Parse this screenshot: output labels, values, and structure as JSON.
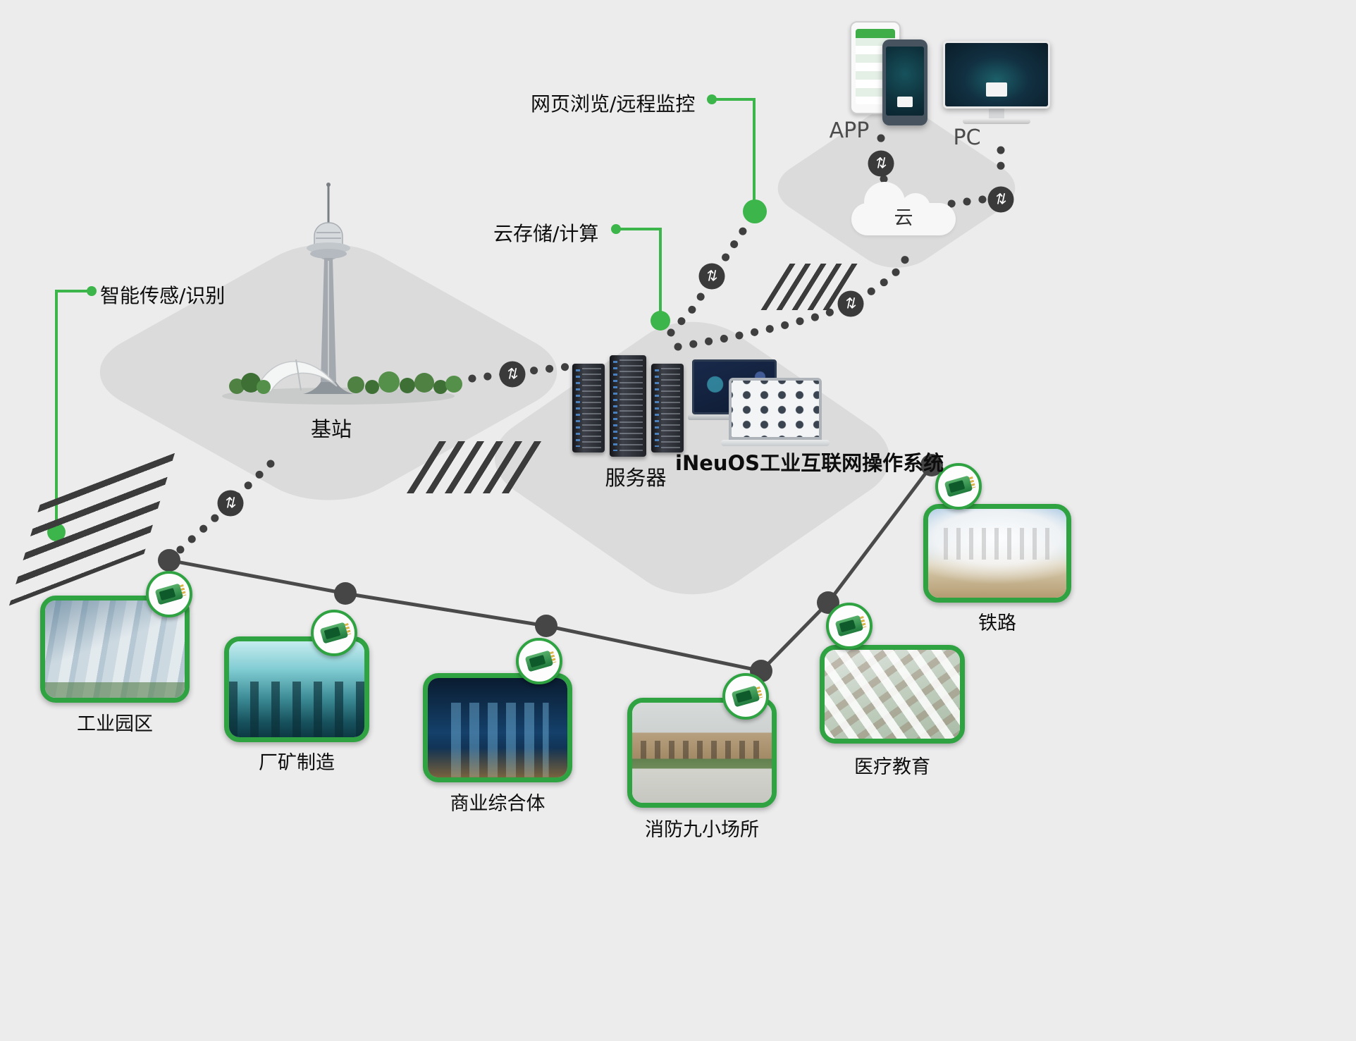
{
  "colors": {
    "brand_green": "#3cb54a",
    "border_green": "#2fa342",
    "dark_node": "#3a3a3a",
    "platform_gray": "#dbdbdb",
    "background": "#ececed"
  },
  "callouts": {
    "sensing": "智能传感/识别",
    "cloud_storage": "云存储/计算",
    "web_monitor": "网页浏览/远程监控"
  },
  "nodes": {
    "base_station": "基站",
    "server": "服务器",
    "os": "iNeuOS工业互联网操作系统",
    "cloud": "云",
    "app": "APP",
    "pc": "PC"
  },
  "sites": [
    {
      "label": "工业园区"
    },
    {
      "label": "厂矿制造"
    },
    {
      "label": "商业综合体"
    },
    {
      "label": "消防九小场所"
    },
    {
      "label": "医疗教育"
    },
    {
      "label": "铁路"
    }
  ],
  "icons": {
    "transfer": "⇅"
  }
}
